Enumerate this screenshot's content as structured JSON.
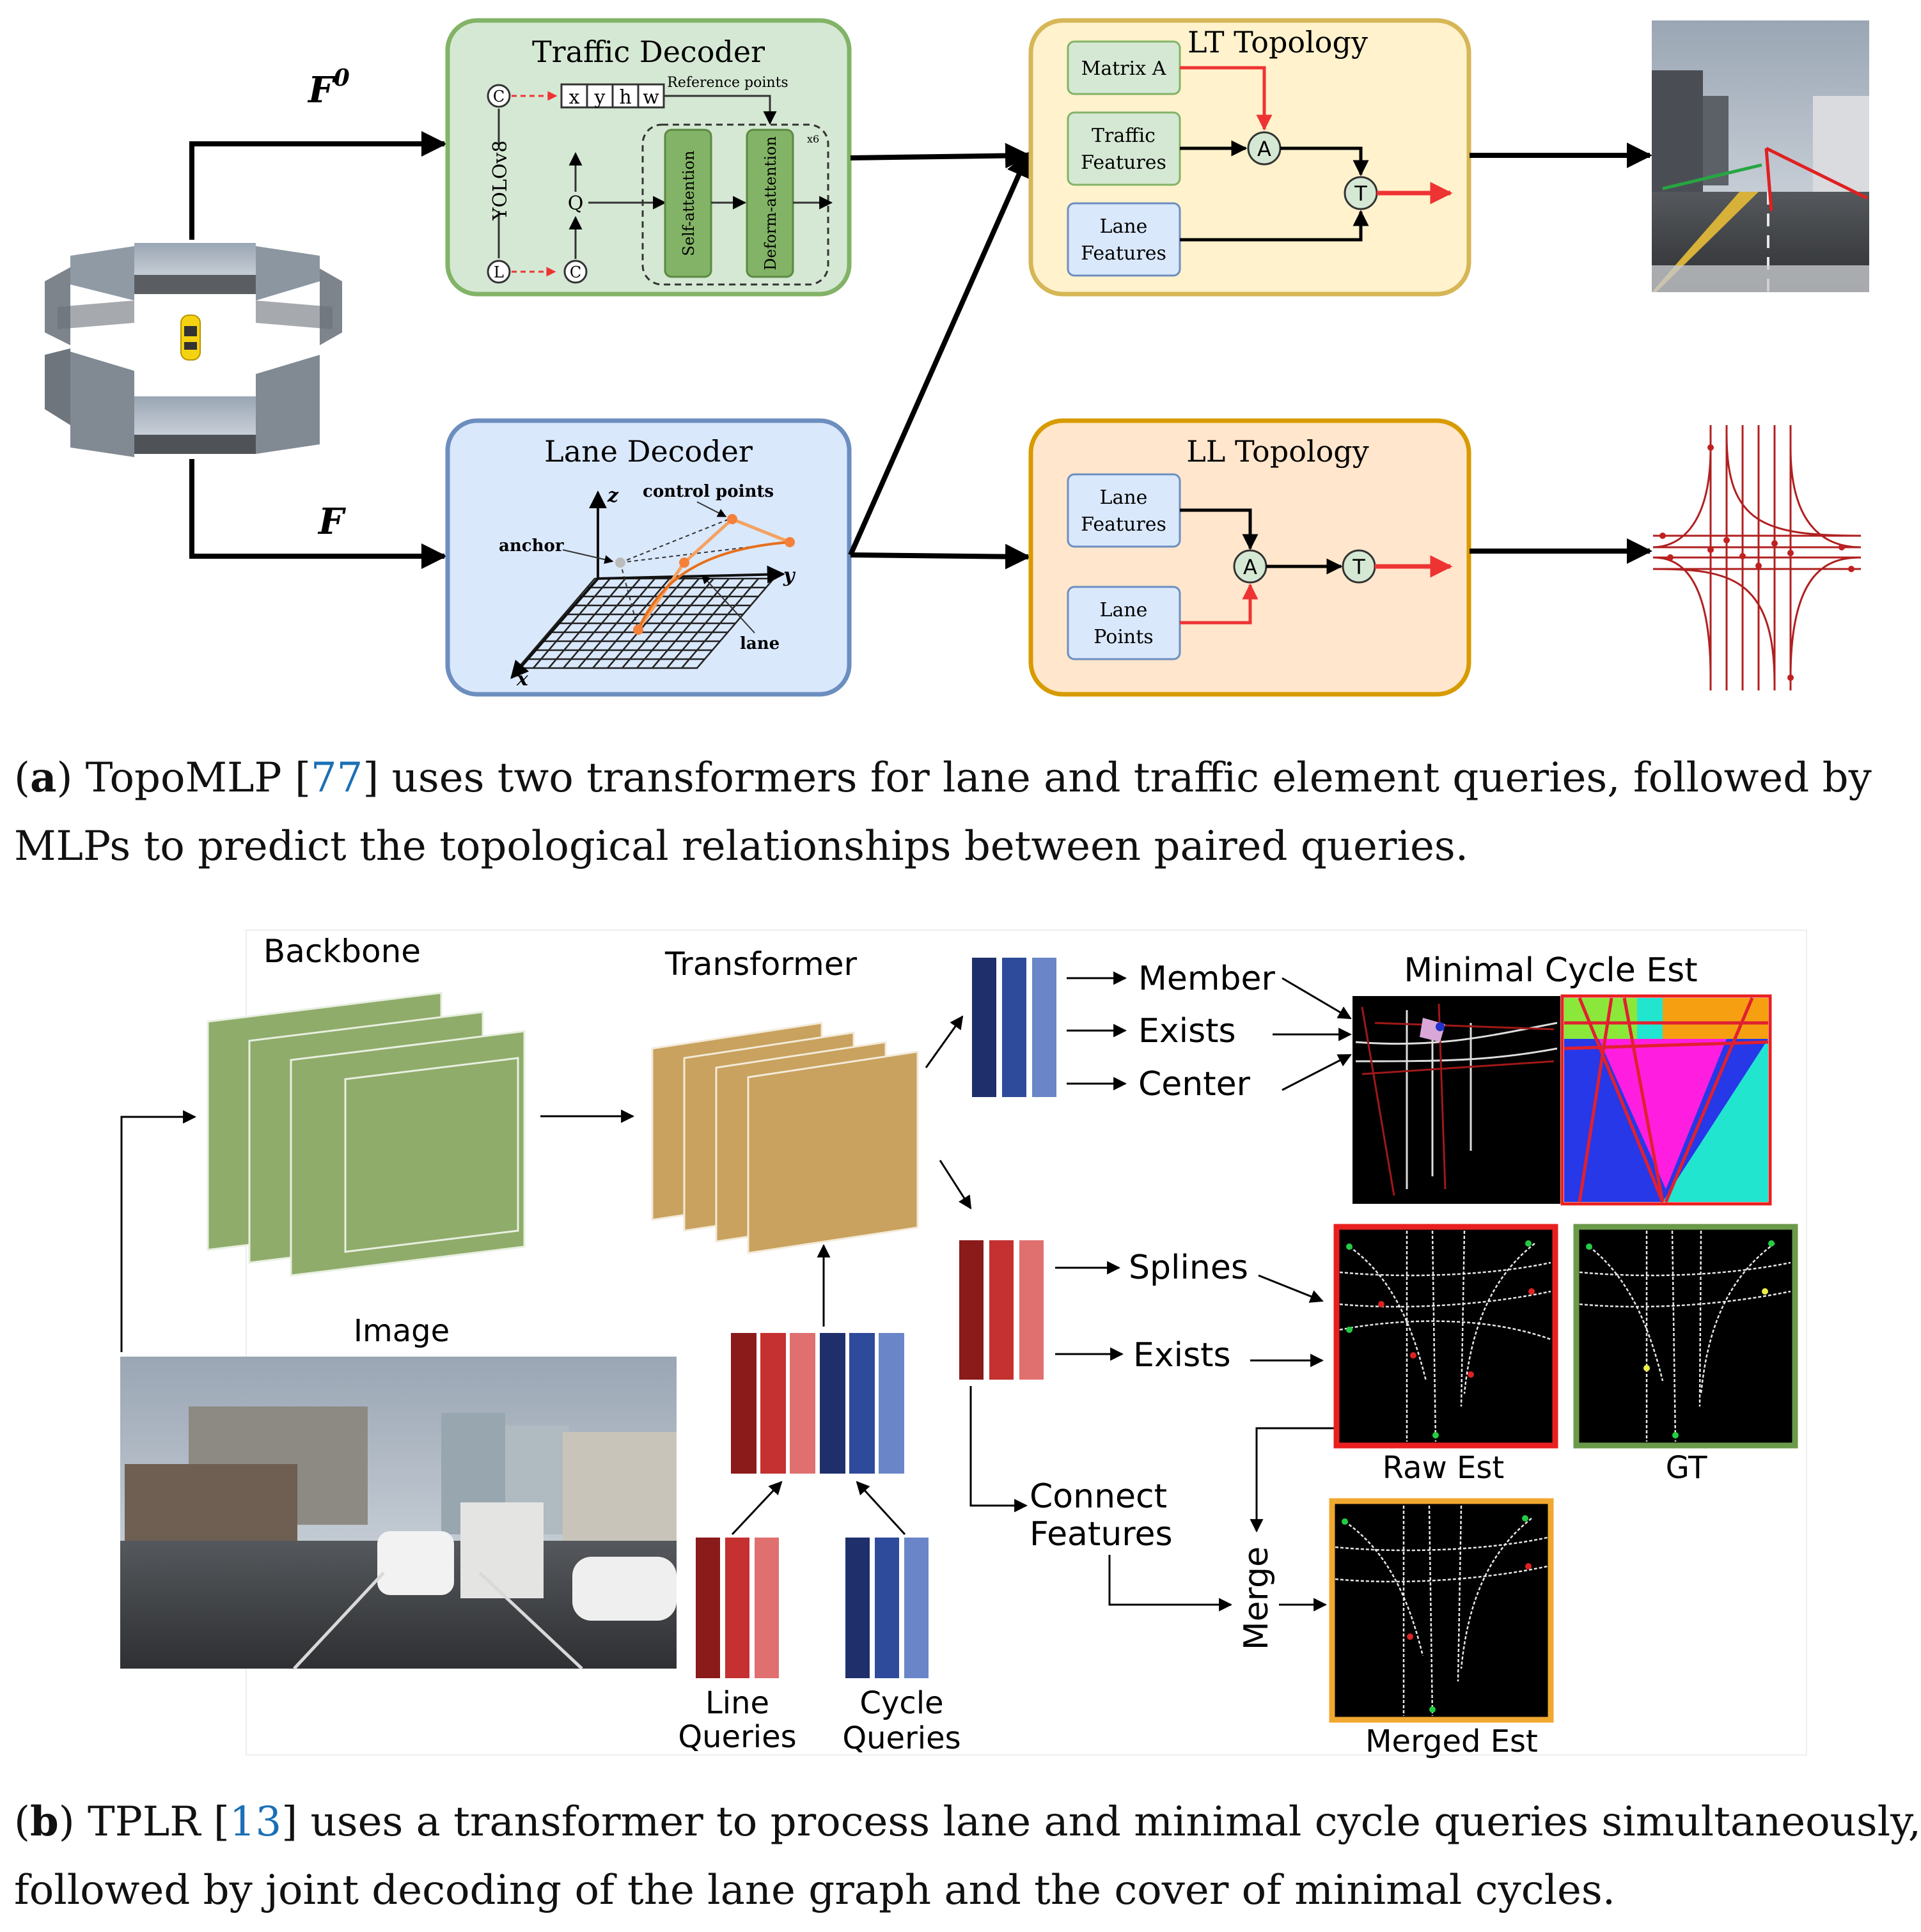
{
  "panel_a": {
    "inputs": {
      "f0": "F",
      "f0_sup": "0",
      "f": "F"
    },
    "traffic_decoder": {
      "title": "Traffic Decoder",
      "c_symbol": "C",
      "l_symbol": "L",
      "q_symbol": "Q",
      "yolo": "YOLOv8",
      "ref_cells": [
        "x",
        "y",
        "h",
        "w"
      ],
      "ref_label": "Reference points",
      "self_attn": "Self-attention",
      "deform_attn": "Deform-attention",
      "repeat": "x6"
    },
    "lane_decoder": {
      "title": "Lane Decoder",
      "z": "z",
      "y": "y",
      "x": "x",
      "control_points": "control points",
      "anchor": "anchor",
      "lane": "lane"
    },
    "lt_topology": {
      "title": "LT Topology",
      "matrix": "Matrix A",
      "traffic_features": [
        "Traffic",
        "Features"
      ],
      "lane_features": [
        "Lane",
        "Features"
      ],
      "a_node": "A",
      "t_node": "T"
    },
    "ll_topology": {
      "title": "LL Topology",
      "lane_features": [
        "Lane",
        "Features"
      ],
      "lane_points": [
        "Lane",
        "Points"
      ],
      "a_node": "A",
      "t_node": "T"
    },
    "caption": {
      "letter": "a",
      "ref_pre": "TopoMLP [",
      "ref": "77",
      "ref_post": "] uses two transformers for lane and traffic element queries, followed by",
      "line2": "MLPs to predict the topological relationships between paired queries."
    }
  },
  "panel_b": {
    "backbone": "Backbone",
    "transformer": "Transformer",
    "image": "Image",
    "member": "Member",
    "exists_1": "Exists",
    "center": "Center",
    "splines": "Splines",
    "exists_2": "Exists",
    "connect": [
      "Connect",
      "Features"
    ],
    "merge": "Merge",
    "minimal_cycle": "Minimal Cycle Est",
    "raw_est": "Raw Est",
    "gt": "GT",
    "merged_est": "Merged Est",
    "line_queries": [
      "Line",
      "Queries"
    ],
    "cycle_queries": [
      "Cycle",
      "Queries"
    ],
    "caption": {
      "letter": "b",
      "ref_pre": "TPLR [",
      "ref": "13",
      "ref_post": "] uses a transformer to process lane and minimal cycle queries simultaneously,",
      "line2": "followed by joint decoding of the lane graph and the cover of minimal cycles."
    }
  },
  "colors": {
    "traffic_fill": "#d5e8d4",
    "traffic_stroke": "#82b366",
    "lane_fill": "#dae8fc",
    "lane_stroke": "#6c8ebf",
    "lt_fill": "#fff2cc",
    "lt_stroke": "#d6b656",
    "ll_fill": "#ffe6cc",
    "ll_stroke": "#d79b00",
    "ref_blue": "#1a6fb5",
    "arrow_red": "#ee3333"
  }
}
